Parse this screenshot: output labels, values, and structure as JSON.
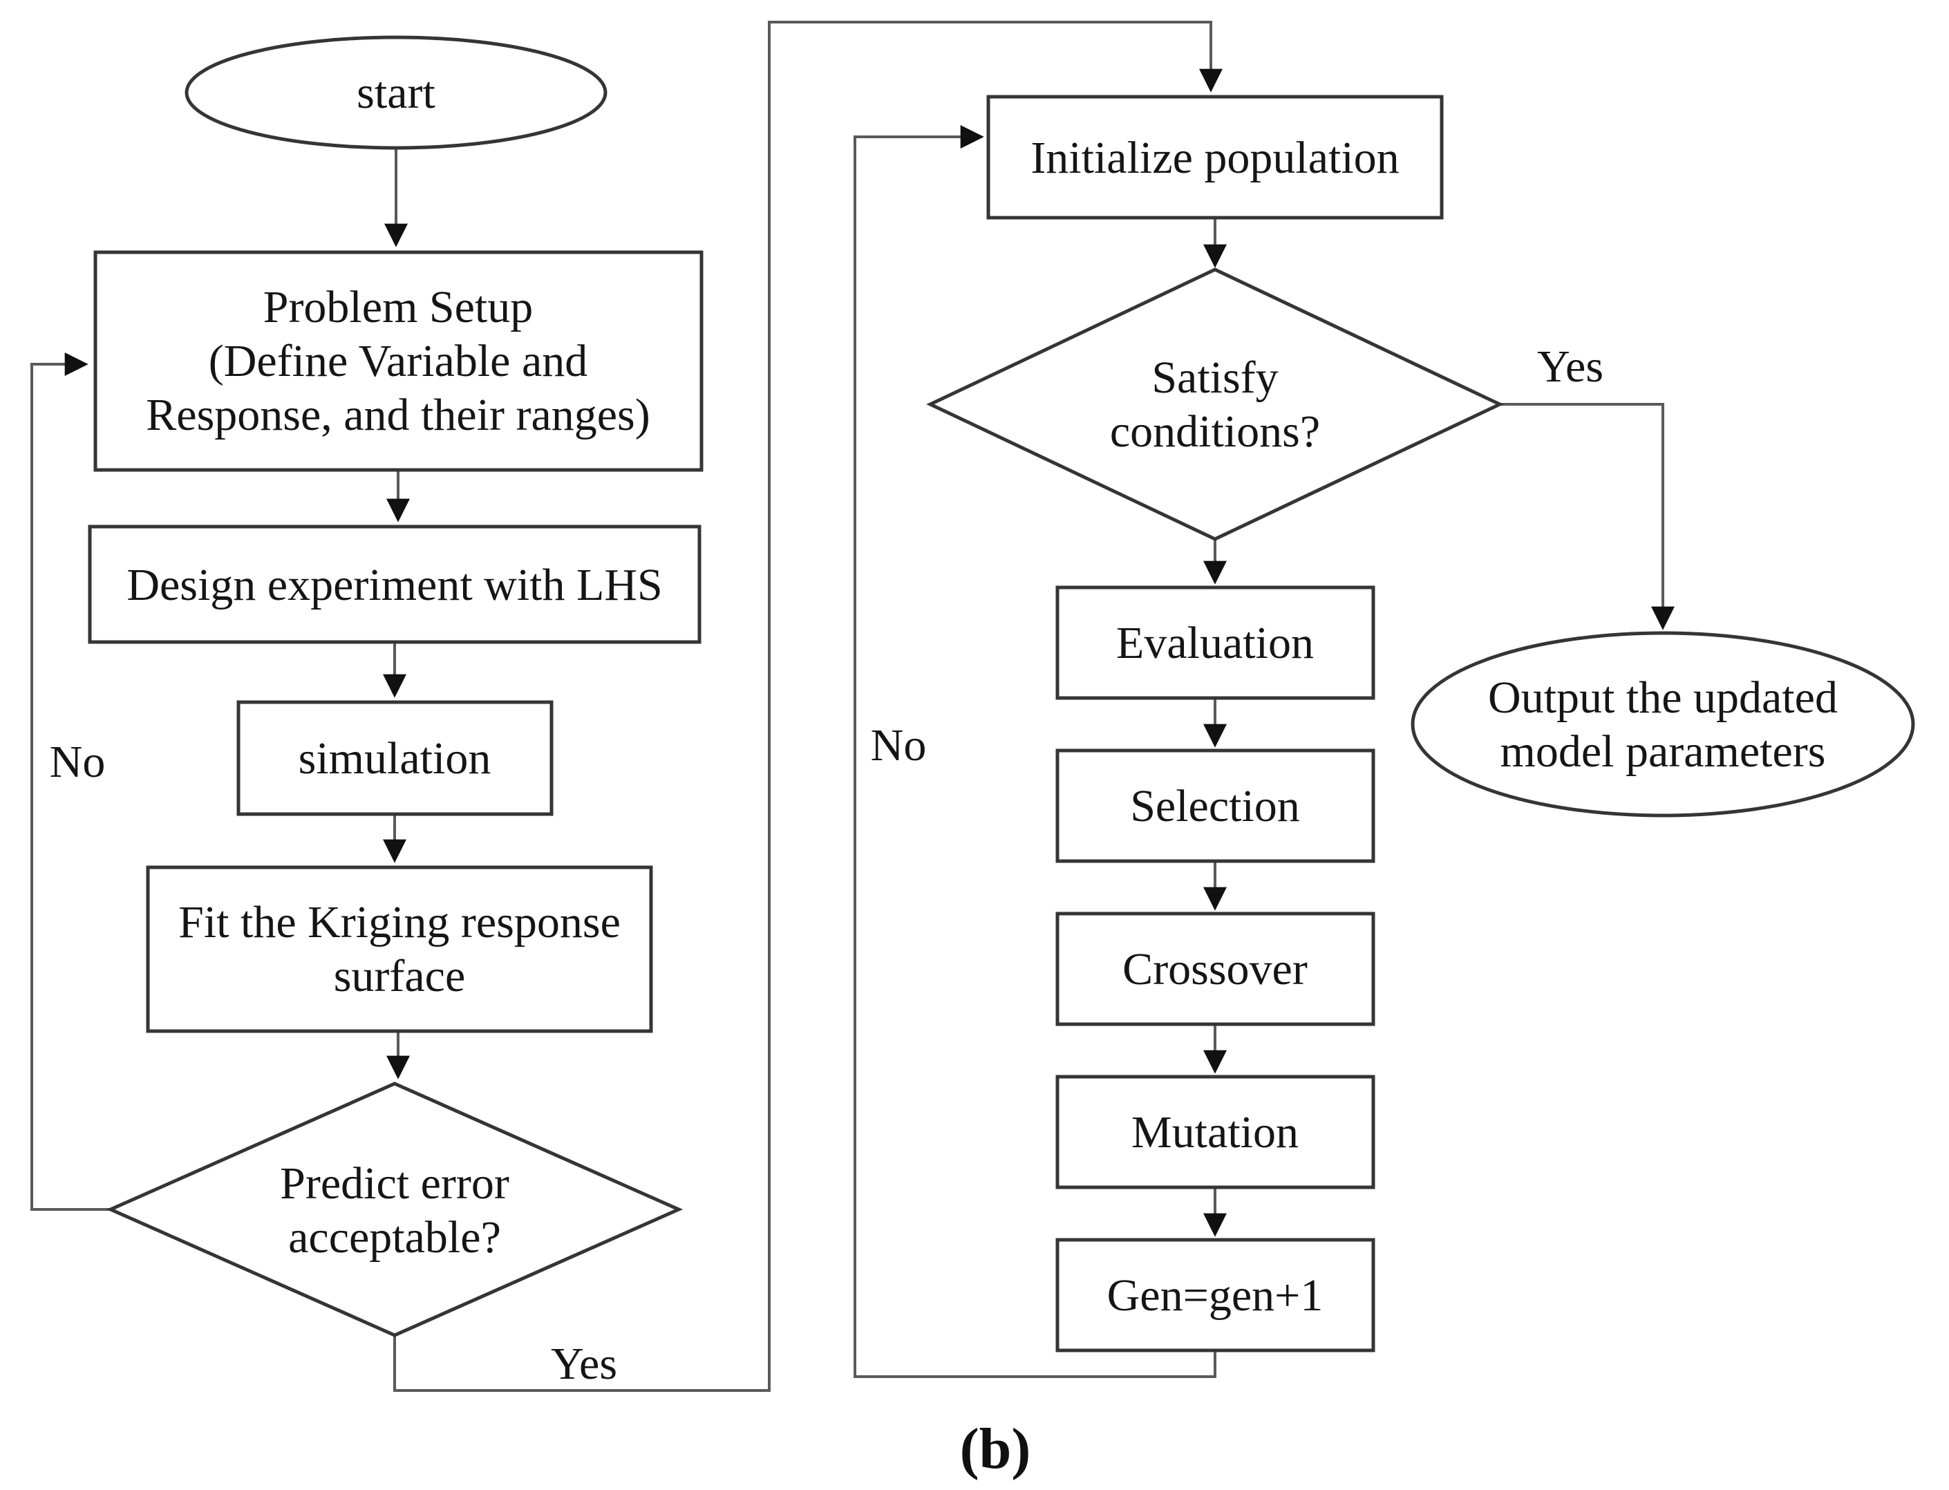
{
  "figure": {
    "caption": "(b)"
  },
  "colors": {
    "background": "#ffffff",
    "shape_stroke": "#353535",
    "edge_stroke": "#5a5a5a",
    "text": "#151515"
  },
  "nodes": {
    "start": {
      "label": "start"
    },
    "problem_setup": {
      "line1": "Problem Setup",
      "line2": "(Define Variable and",
      "line3": "Response, and their ranges)"
    },
    "design_experiment": {
      "label": "Design experiment with LHS"
    },
    "simulation": {
      "label": "simulation"
    },
    "fit_kriging": {
      "line1": "Fit the Kriging response",
      "line2": "surface"
    },
    "predict_error": {
      "line1": "Predict error",
      "line2": "acceptable?"
    },
    "initialize_population": {
      "label": "Initialize population"
    },
    "satisfy_conditions": {
      "line1": "Satisfy",
      "line2": "conditions?"
    },
    "evaluation": {
      "label": "Evaluation"
    },
    "selection": {
      "label": "Selection"
    },
    "crossover": {
      "label": "Crossover"
    },
    "mutation": {
      "label": "Mutation"
    },
    "gen_increment": {
      "label": "Gen=gen+1"
    },
    "output": {
      "line1": "Output the updated",
      "line2": "model parameters"
    }
  },
  "edge_labels": {
    "left_no": "No",
    "left_yes": "Yes",
    "right_yes": "Yes",
    "right_no": "No"
  }
}
